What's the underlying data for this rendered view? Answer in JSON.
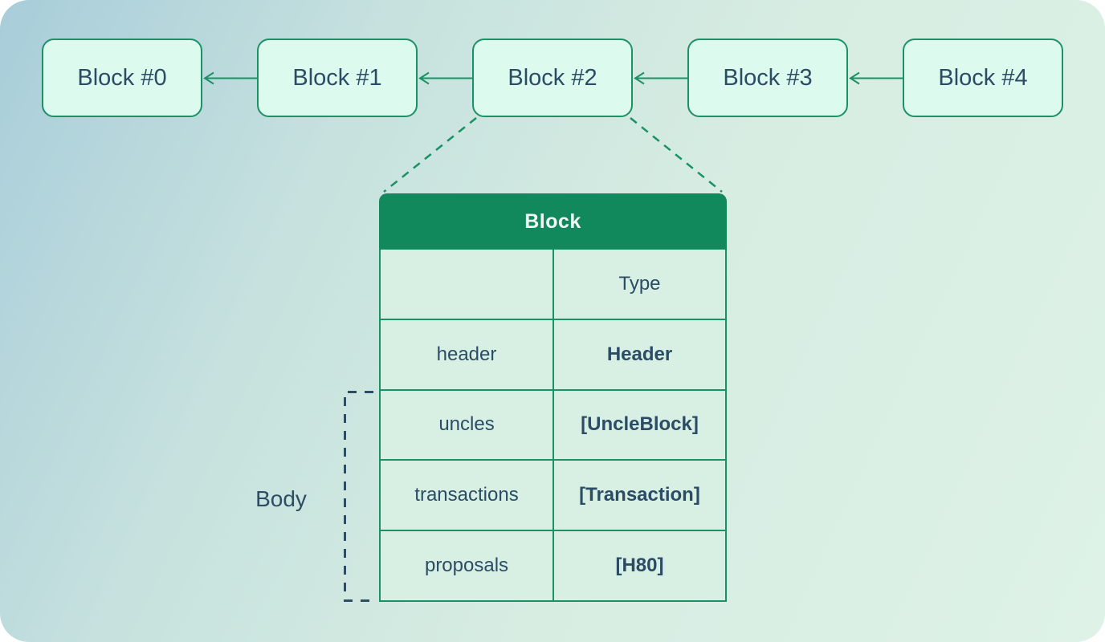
{
  "chain": {
    "blocks": [
      {
        "label": "Block #0"
      },
      {
        "label": "Block #1"
      },
      {
        "label": "Block #2"
      },
      {
        "label": "Block #3"
      },
      {
        "label": "Block #4"
      }
    ]
  },
  "table": {
    "title": "Block",
    "header_row": {
      "field": "",
      "type": "Type"
    },
    "rows": [
      {
        "field": "header",
        "type": "Header"
      },
      {
        "field": "uncles",
        "type": "[UncleBlock]"
      },
      {
        "field": "transactions",
        "type": "[Transaction]"
      },
      {
        "field": "proposals",
        "type": "[H80]"
      }
    ]
  },
  "annotation": {
    "body_label": "Body"
  },
  "colors": {
    "accent": "#1b9166",
    "header-bg": "#12895d",
    "header-text": "#f2faf6",
    "block-fill": "#dcfaee",
    "cell-fill": "#d8f0e4",
    "text": "#2b4c64",
    "bracket": "#2e4d63",
    "bg-a": "#a8cdda",
    "bg-b": "#c6e1de",
    "bg-c": "#d7ede2",
    "bg-d": "#def2e7"
  }
}
